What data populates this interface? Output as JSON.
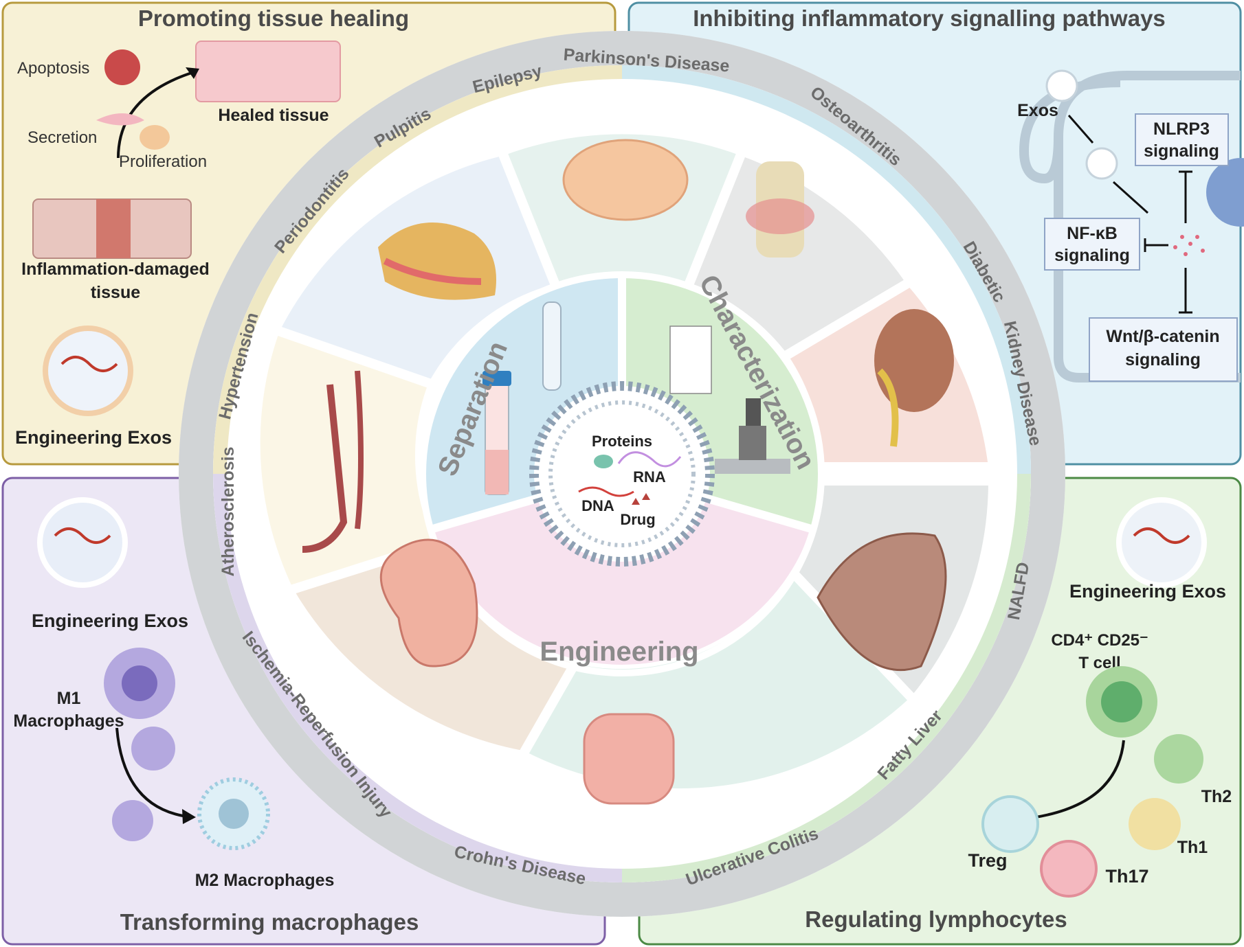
{
  "quadrants": {
    "top_left_title": "Promoting tissue healing",
    "top_right_title": "Inhibiting inflammatory signalling pathways",
    "bottom_left_title": "Transforming macrophages",
    "bottom_right_title": "Regulating lymphocytes"
  },
  "healing": {
    "apoptosis": "Apoptosis",
    "secretion": "Secretion",
    "proliferation": "Proliferation",
    "healed": "Healed tissue",
    "damaged_1": "Inflammation-damaged",
    "damaged_2": "tissue",
    "engineering": "Engineering Exos"
  },
  "signalling": {
    "exos": "Exos",
    "nlrp3_1": "NLRP3",
    "nlrp3_2": "signaling",
    "nfkb_1": "NF-κB",
    "nfkb_2": "signaling",
    "wnt_1": "Wnt/β-catenin",
    "wnt_2": "signaling"
  },
  "macrophages": {
    "engineering": "Engineering Exos",
    "m1_1": "M1",
    "m1_2": "Macrophages",
    "m2": "M2 Macrophages"
  },
  "lymphocytes": {
    "engineering": "Engineering Exos",
    "cd4_1": "CD4⁺ CD25⁻",
    "cd4_2": "T cell",
    "th2": "Th2",
    "th1": "Th1",
    "treg": "Treg",
    "th17": "Th17"
  },
  "diseases": {
    "parkinsons": "Parkinson's Disease",
    "epilepsy": "Epilepsy",
    "pulpitis": "Pulpitis",
    "periodontitis": "Periodontitis",
    "hypertension": "Hypertension",
    "atherosclerosis": "Atherosclerosis",
    "ischemia": "Ischemia-Reperfusion Injury",
    "crohns": "Crohn's Disease",
    "ulcerative": "Ulcerative Colitis",
    "fatty_liver": "Fatty Liver",
    "nalfd": "NALFD",
    "diabetic": "Diabetic",
    "kidney": "Kidney Disease",
    "osteoarthritis": "Osteoarthritis"
  },
  "center": {
    "separation": "Separation",
    "characterization": "Characterization",
    "engineering": "Engineering",
    "proteins": "Proteins",
    "rna": "RNA",
    "dna": "DNA",
    "drug": "Drug"
  },
  "colors": {
    "yellow_panel": "#f7f1d6",
    "blue_panel": "#e2f2f8",
    "purple_panel": "#ece7f5",
    "green_panel": "#e7f4e1",
    "ring": "#cfd2d4"
  }
}
